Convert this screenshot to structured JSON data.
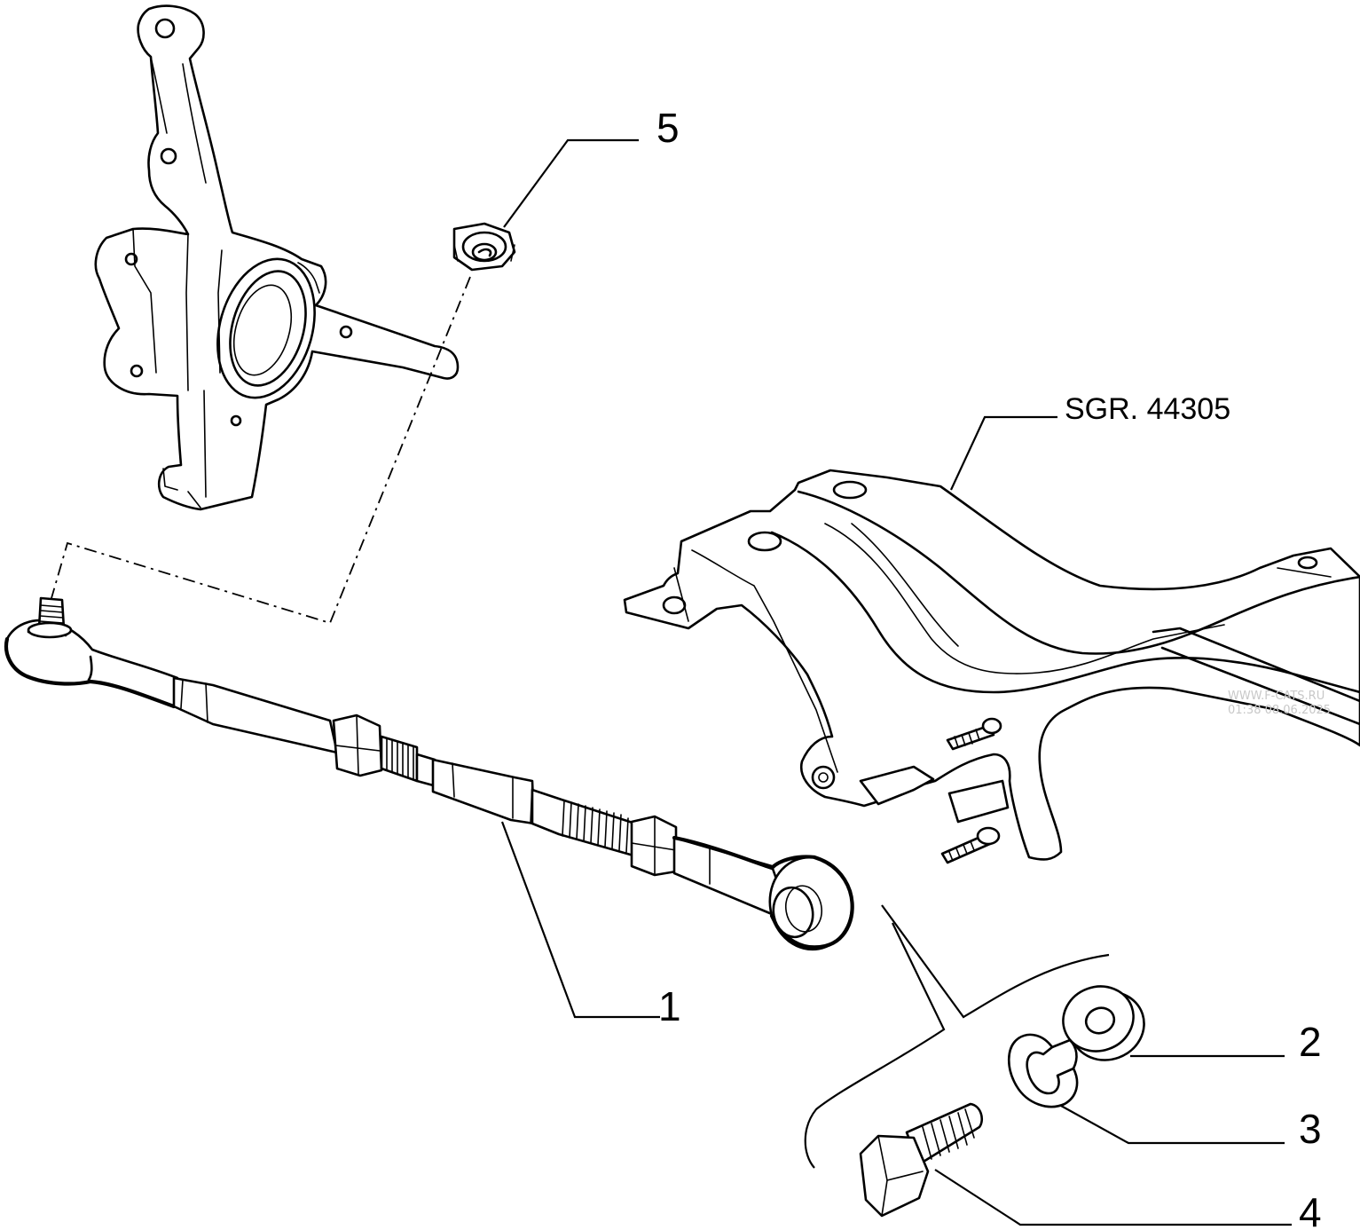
{
  "callouts": {
    "part_1": "1",
    "part_2": "2",
    "part_3": "3",
    "part_4": "4",
    "part_5": "5"
  },
  "reference": "SGR. 44305",
  "watermark": {
    "line1": "WWW.F-CATS.RU",
    "line2": "01:38 08.06.2025"
  },
  "icons": {
    "steering_knuckle": "steering-knuckle-icon",
    "self_locking_nut": "nut-icon",
    "tie_rod": "tie-rod-icon",
    "subframe": "crossmember-icon",
    "flat_washer": "washer-icon",
    "spring_washer": "spring-washer-icon",
    "hex_bolt": "bolt-icon"
  },
  "colors": {
    "line": "#000000",
    "background": "#ffffff",
    "watermark": "#c8c8c8"
  }
}
